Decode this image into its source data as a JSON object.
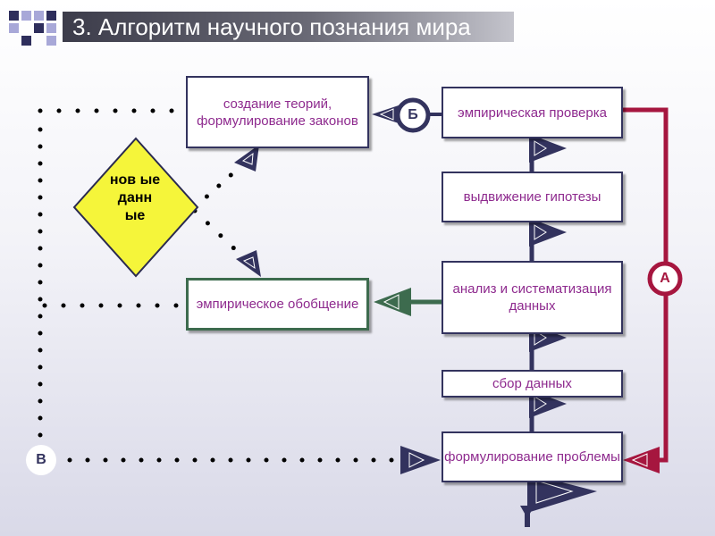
{
  "title": "3. Алгоритм научного познания мира",
  "boxes": {
    "theories": "создание теорий, формулирование законов",
    "empirical_check": "эмпирическая проверка",
    "hypothesis": "выдвижение гипотезы",
    "analysis": "анализ и систематизация данных",
    "generalization": "эмпирическое обобщение",
    "data_collection": "сбор данных",
    "problem": "формулирование проблемы"
  },
  "diamond": "нов ые данн ые",
  "markers": {
    "a": "А",
    "b": "Б",
    "v": "В"
  },
  "colors": {
    "box_border": "#33335e",
    "box_text": "#8e2a8e",
    "green": "#3d6b4e",
    "red": "#a6163f",
    "diamond_fill": "#f5f53a",
    "dots": "#000000"
  }
}
